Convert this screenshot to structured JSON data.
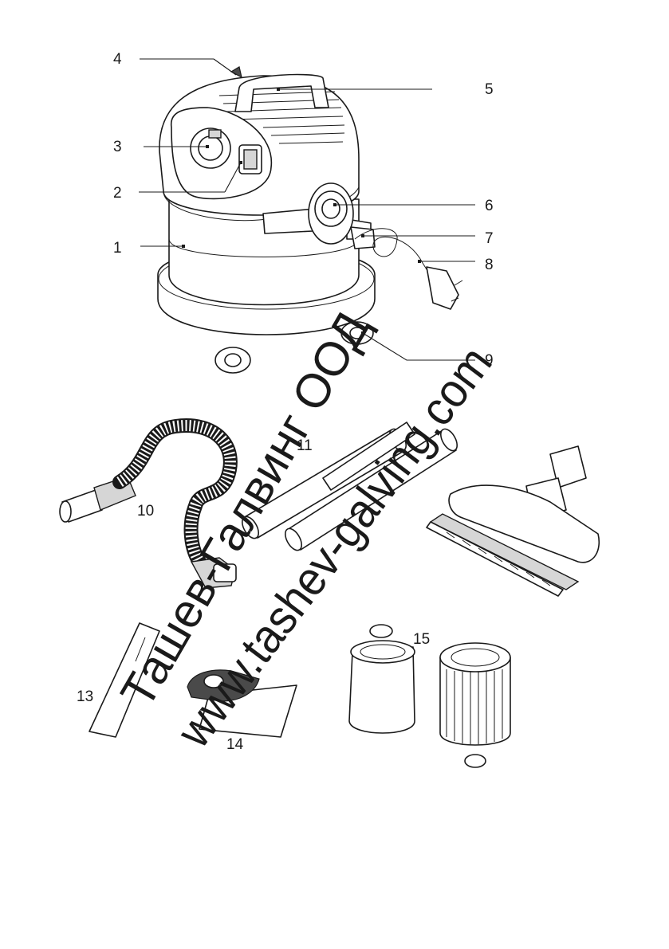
{
  "callouts": {
    "c1": "1",
    "c2": "2",
    "c3": "3",
    "c4": "4",
    "c5": "5",
    "c6": "6",
    "c7": "7",
    "c8": "8",
    "c9": "9",
    "c10": "10",
    "c11": "11",
    "c13": "13",
    "c14": "14",
    "c15": "15"
  },
  "watermark": {
    "company": "Ташев-Галвинг ООД",
    "website": "www.tashev-galving.com"
  }
}
